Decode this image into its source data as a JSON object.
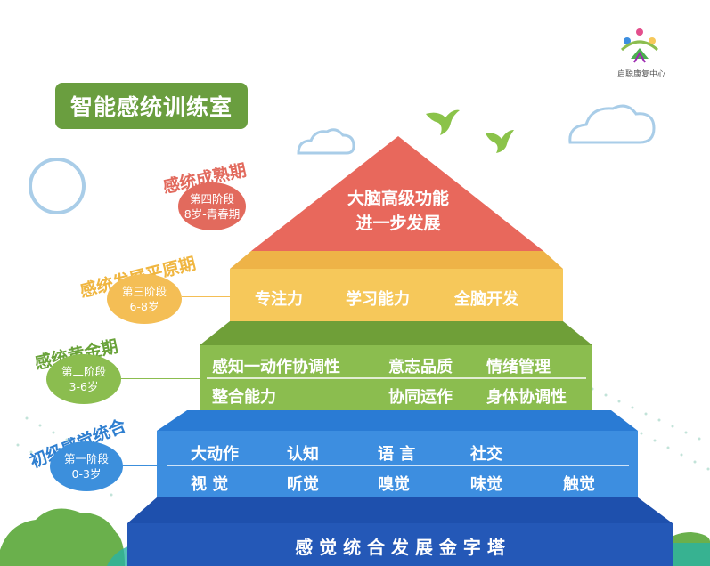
{
  "logo": {
    "caption": "启聪康复中心"
  },
  "title": "智能感统训练室",
  "stages": [
    {
      "name": "感统成熟期",
      "stage": "第四阶段",
      "age": "8岁-青春期",
      "color": "#e26a5d"
    },
    {
      "name": "感统发展平原期",
      "stage": "第三阶段",
      "age": "6-8岁",
      "color": "#f4be55"
    },
    {
      "name": "感统黄金期",
      "stage": "第二阶段",
      "age": "3-6岁",
      "color": "#8bbd4f"
    },
    {
      "name": "初级感觉统合",
      "stage": "第一阶段",
      "age": "0-3岁",
      "color": "#3c8fdc"
    }
  ],
  "pyramid": {
    "top": {
      "line1": "大脑高级功能",
      "line2": "进一步发展"
    },
    "tier3": [
      "专注力",
      "学习能力",
      "全脑开发"
    ],
    "tier2_row1": [
      "感知一动作协调性",
      "意志品质",
      "情绪管理"
    ],
    "tier2_row2": [
      "整合能力",
      "协同运作",
      "身体协调性"
    ],
    "tier1_row1": [
      "大动作",
      "认知",
      "语 言",
      "社交"
    ],
    "tier1_row2": [
      "视 觉",
      "听觉",
      "嗅觉",
      "味觉",
      "触觉"
    ],
    "base": "感 觉 统 合 发 展 金 字 塔"
  },
  "colors": {
    "red": "#e26a5d",
    "yellow": "#f6c85a",
    "green": "#8bbd4f",
    "blue": "#3d8ee0",
    "navy": "#2458b7"
  }
}
